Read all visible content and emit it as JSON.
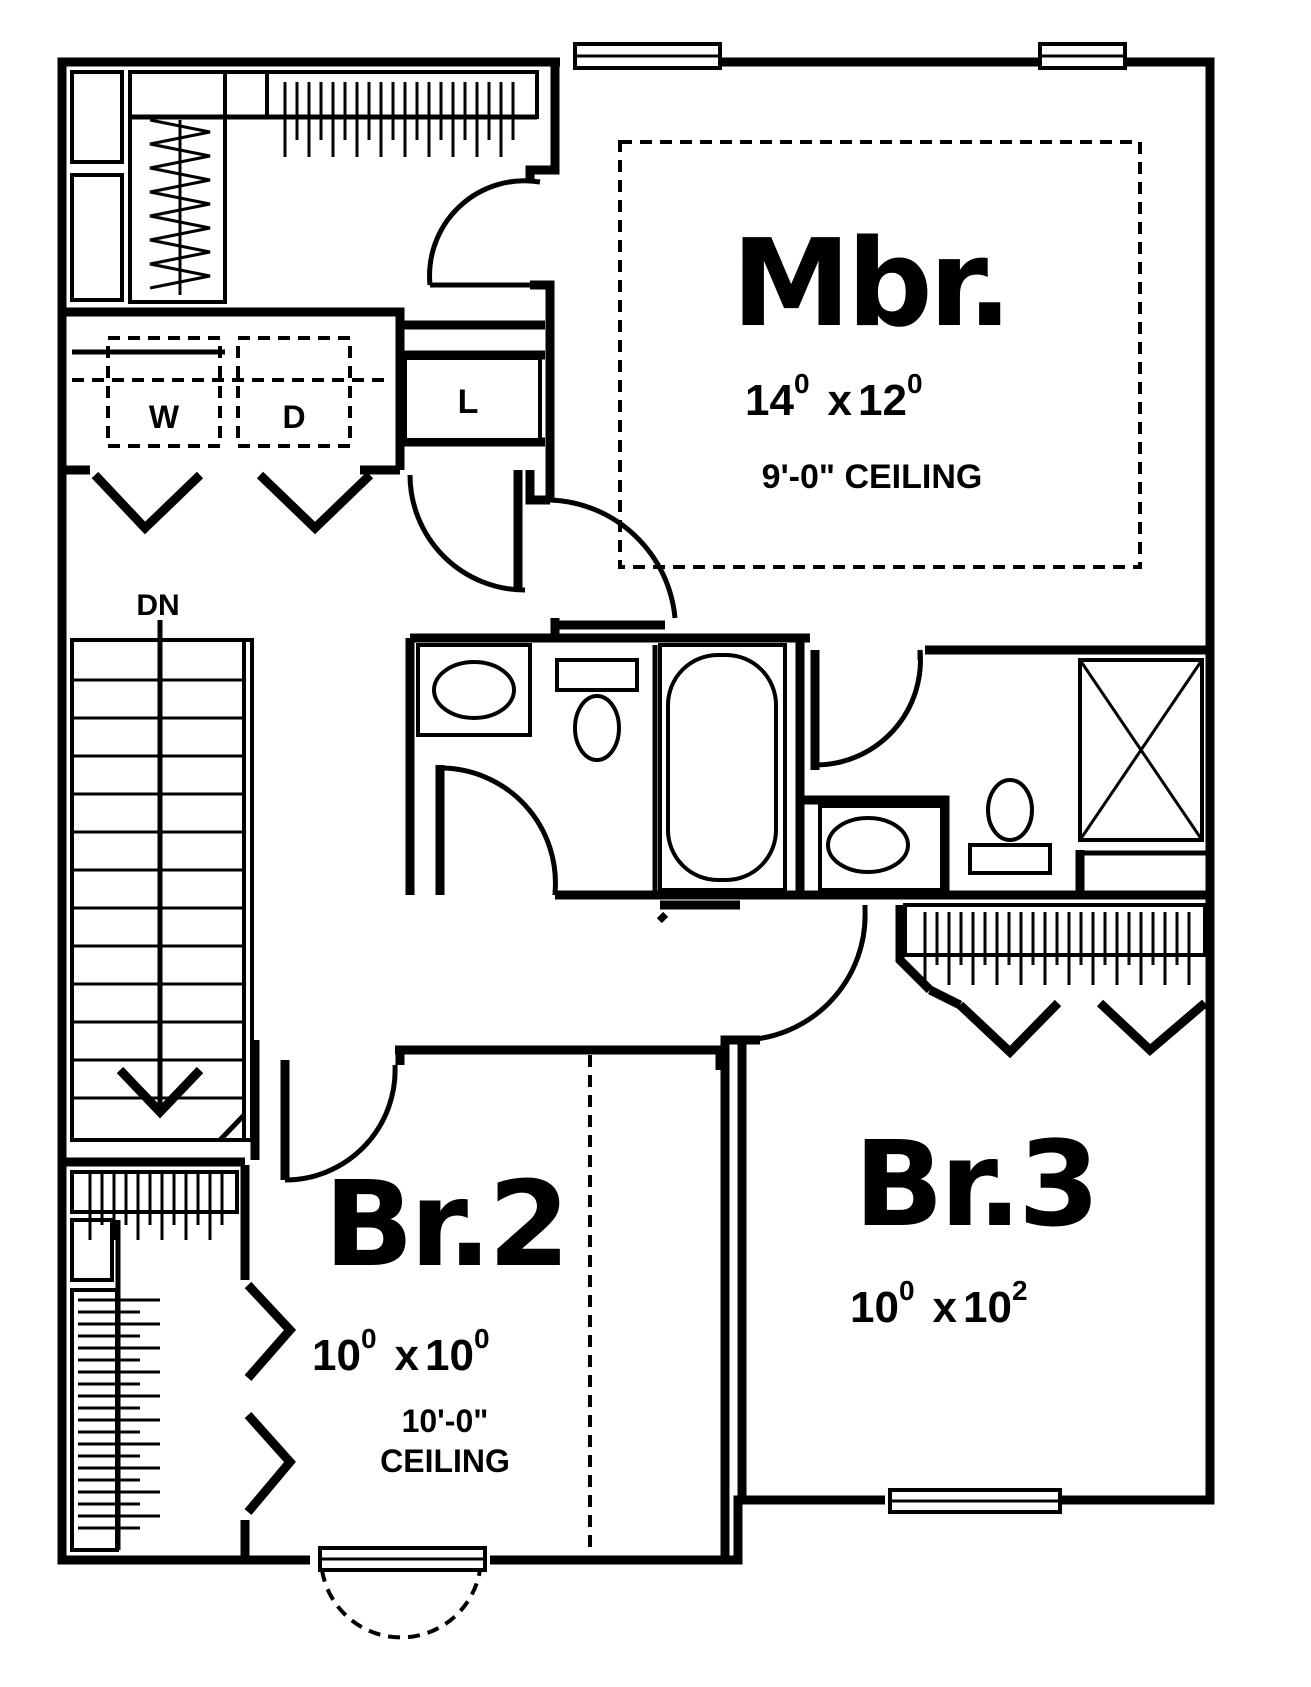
{
  "rooms": {
    "master": {
      "name": "Mbr.",
      "dim_a": "14",
      "dim_a_sup": "0",
      "x": "x",
      "dim_b": "12",
      "dim_b_sup": "0",
      "ceiling": "9'-0\" CEILING"
    },
    "br2": {
      "name": "Br.2",
      "dim_a": "10",
      "dim_a_sup": "0",
      "x": "x",
      "dim_b": "10",
      "dim_b_sup": "0",
      "ceiling_line1": "10'-0\"",
      "ceiling_line2": "CEILING"
    },
    "br3": {
      "name": "Br.3",
      "dim_a": "10",
      "dim_a_sup": "0",
      "x": "x",
      "dim_b": "10",
      "dim_b_sup": "2"
    }
  },
  "labels": {
    "washer": "W",
    "dryer": "D",
    "linen": "L",
    "stairs_down": "DN"
  }
}
